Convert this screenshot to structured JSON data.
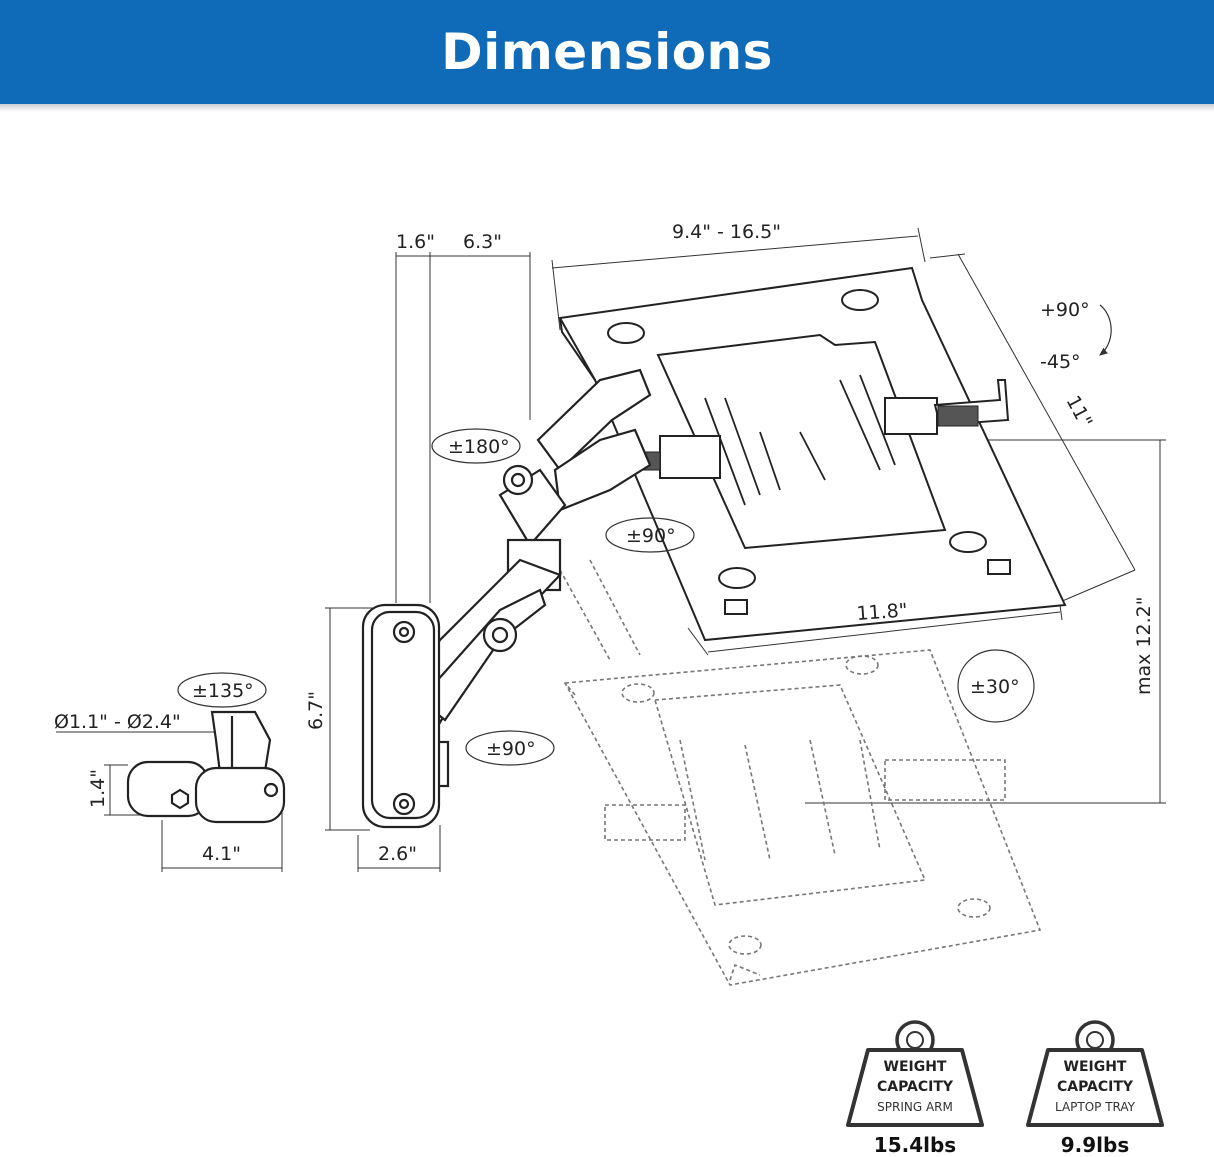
{
  "header": {
    "title": "Dimensions"
  },
  "dimensions": {
    "arm_offset": "1.6\"",
    "arm_reach": "6.3\"",
    "tray_width_range": "9.4\" - 16.5\"",
    "tray_depth": "11\"",
    "tray_front_width": "11.8\"",
    "max_height": "max 12.2\"",
    "wall_plate_height": "6.7\"",
    "wall_plate_width": "2.6\"",
    "clamp_diameter": "Ø1.1\" - Ø2.4\"",
    "clamp_height": "1.4\"",
    "clamp_width": "4.1\""
  },
  "angles": {
    "tilt_up": "+90°",
    "tilt_down": "-45°",
    "swivel_arm": "±180°",
    "swivel_tray": "±90°",
    "rotate_tray": "±30°",
    "swivel_clamp": "±135°",
    "swivel_base": "±90°"
  },
  "weights": [
    {
      "line1": "WEIGHT",
      "line2": "CAPACITY",
      "sub": "SPRING ARM",
      "value": "15.4lbs"
    },
    {
      "line1": "WEIGHT",
      "line2": "CAPACITY",
      "sub": "LAPTOP TRAY",
      "value": "9.9lbs"
    }
  ]
}
